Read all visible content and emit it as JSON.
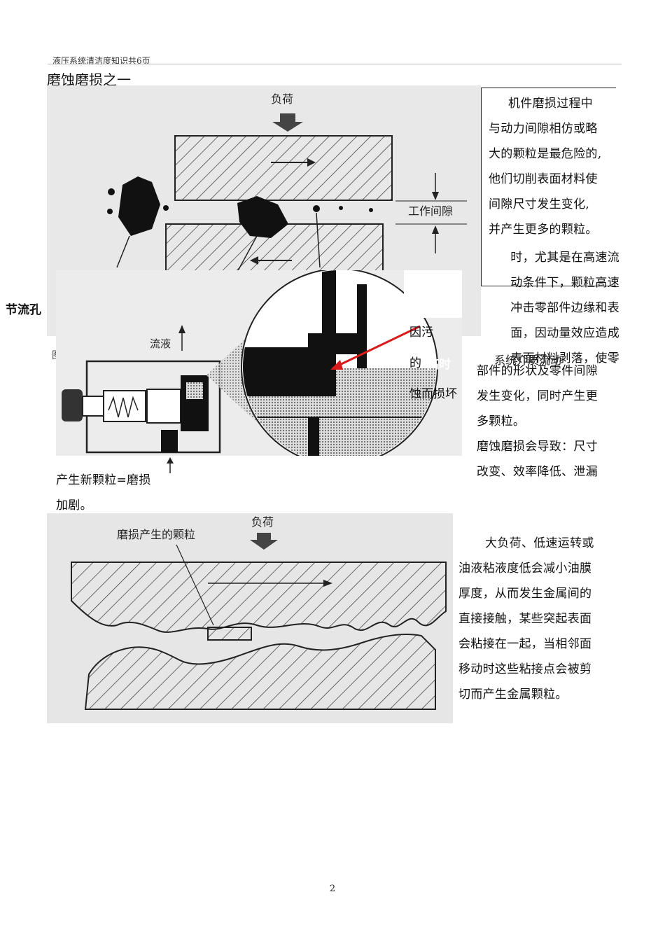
{
  "header": {
    "text": "液压系统清洁度知识共6页"
  },
  "section_title": "磨蚀磨损之一",
  "figure1": {
    "load_label": "负荷",
    "gap_label": "工作间隙"
  },
  "sidebar_box": {
    "lines": [
      "机件磨损过程中",
      "与动力间隙相仿或略",
      "大的颗粒是最危险的,",
      "他们切削表面材料使",
      "间隙尺寸发生变化,",
      "并产生更多的颗粒。"
    ]
  },
  "right_text": {
    "lines": [
      "时，尤其是在高速流",
      "动条件下，颗粒高速",
      "冲击零部件边缘和表",
      "面，因动量效应造成",
      "表面材料剥落，使零",
      "部件的形状及零件间隙",
      "发生变化，同时产生更",
      "多颗粒。",
      "磨蚀磨损会导致：尺寸",
      "改变、效率降低、泄漏"
    ]
  },
  "left_fragment": "节流孔",
  "figure2": {
    "flow_label": "流液",
    "callout_lines": [
      "因污",
      "的",
      "蚀而损坏"
    ],
    "high_speed": "高时",
    "system_flow": "系统介质流动"
  },
  "left_stray_char": "图",
  "bottom_left_text": {
    "lines": [
      "产生新颗粒=磨损",
      "加剧。"
    ]
  },
  "figure3": {
    "load_label": "负荷",
    "particle_label": "磨损产生的颗粒"
  },
  "adhesive_text": {
    "lines": [
      "大负荷、低速运转或",
      "油液粘液度低会减小油膜",
      "厚度，从而发生金属间的",
      "直接接触，某些突起表面",
      "会粘接在一起，当相邻面",
      "移动时这些粘接点会被剪",
      "切而产生金属颗粒。"
    ]
  },
  "page_number": "2",
  "colors": {
    "accent_arrow": "#d81b1b",
    "paper": "#ffffff",
    "photo_bg": "#e9e9e9"
  }
}
